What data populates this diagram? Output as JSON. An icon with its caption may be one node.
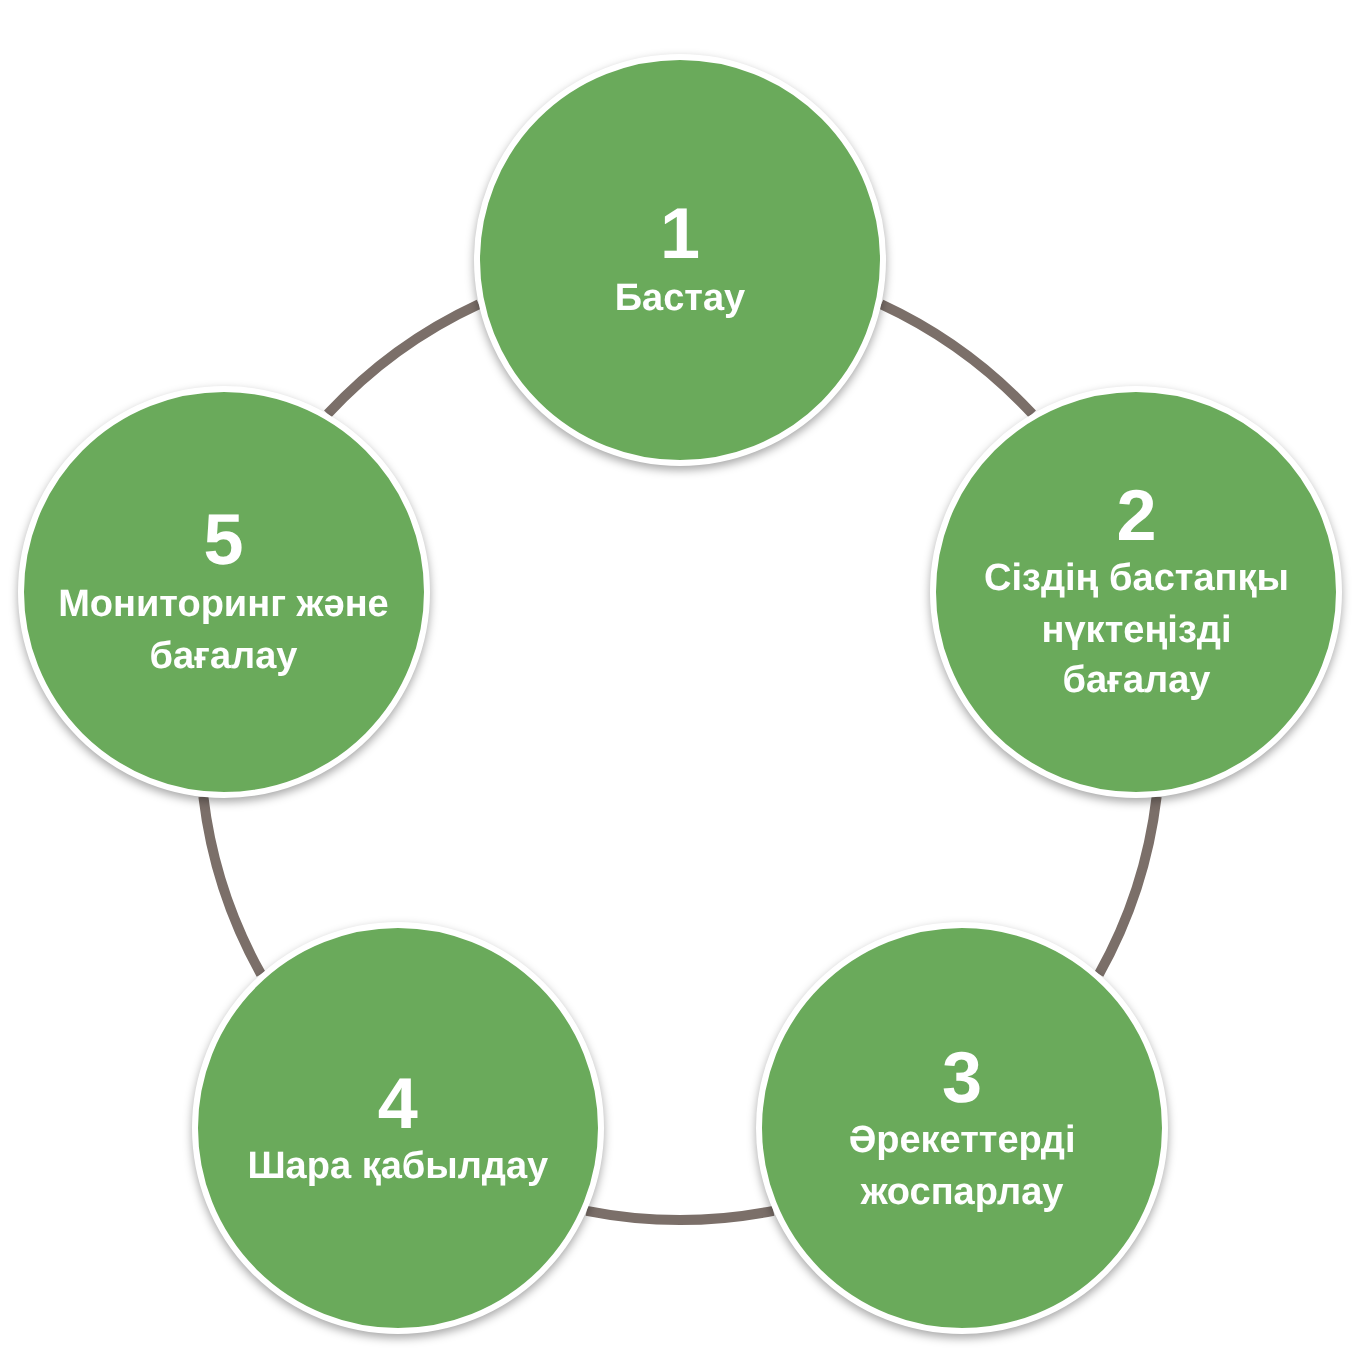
{
  "diagram": {
    "nodes": [
      {
        "text": [
          "1",
          "Бастау"
        ]
      },
      {
        "text": [
          "2",
          "Сіздің бастапқы нүктеңізді бағалау"
        ]
      },
      {
        "text": [
          "3",
          "Әрекеттерді жоспарлау"
        ]
      },
      {
        "text": [
          "4",
          "Шара қабылдау"
        ]
      },
      {
        "text": [
          "5",
          "Мониторинг және бағалау"
        ]
      }
    ],
    "edges": [
      {
        "from": 0,
        "to": 1,
        "arrow": "none"
      },
      {
        "from": 1,
        "to": 2,
        "arrow": "none"
      },
      {
        "from": 2,
        "to": 3,
        "arrow": "none"
      },
      {
        "from": 3,
        "to": 4,
        "arrow": "none"
      },
      {
        "from": 4,
        "to": 0,
        "arrow": "none"
      }
    ]
  }
}
